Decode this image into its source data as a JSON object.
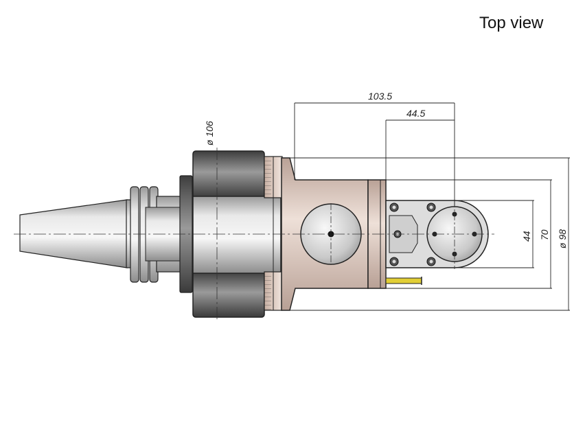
{
  "view_title": "Top view",
  "dimensions": {
    "d103_5": "103.5",
    "d44_5": "44.5",
    "dia106": "ø 106",
    "h44": "44",
    "h70": "70",
    "dia98": "ø 98"
  },
  "colors": {
    "steel_light": "#e4e4e4",
    "steel_dark": "#5c5c5c",
    "housing": "#d9c3b8",
    "brass": "#e2cf36"
  }
}
